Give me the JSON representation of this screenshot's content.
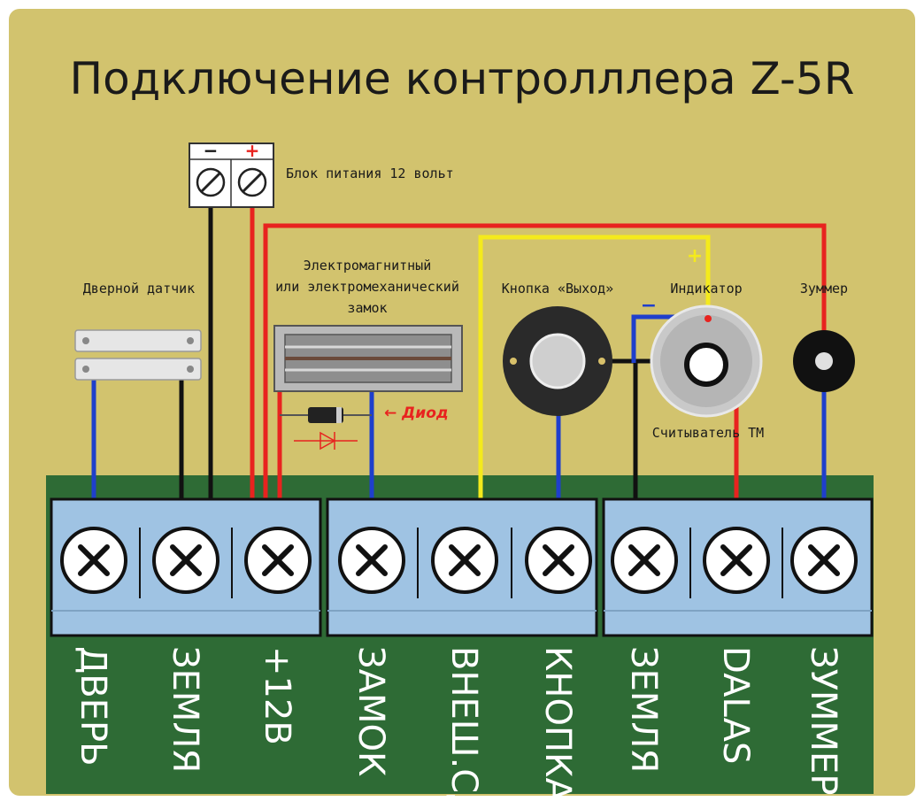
{
  "title": "Подключение контролллера Z-5R",
  "colors": {
    "background": "#d2c36e",
    "board": "#2e6b35",
    "terminal_block": "#9fc3e3",
    "wire_red": "#e8231f",
    "wire_blue": "#1f3fcc",
    "wire_black": "#111111",
    "wire_yellow": "#f4ea1c",
    "diode_label": "#e8231f"
  },
  "labels": {
    "power_supply": "Блок питания 12 вольт",
    "power_minus": "−",
    "power_plus": "+",
    "door_sensor": "Дверной датчик",
    "lock_line1": "Электромагнитный",
    "lock_line2": "или электромеханический",
    "lock_line3": "замок",
    "diode": "← Диод",
    "exit_button": "Кнопка «Выход»",
    "indicator": "Индикатор",
    "indicator_plus": "+",
    "indicator_minus": "−",
    "buzzer": "Зуммер",
    "reader": "Считыватель ТМ"
  },
  "terminals": [
    "ДВЕРЬ",
    "ЗЕМЛЯ",
    "+12В",
    "ЗАМОК",
    "ВНЕШ.СД",
    "КНОПКА",
    "ЗЕМЛЯ",
    "DALAS",
    "ЗУММЕР"
  ],
  "icons": {
    "screw": "screw-x-icon",
    "power_screw": "screw-slot-icon"
  }
}
